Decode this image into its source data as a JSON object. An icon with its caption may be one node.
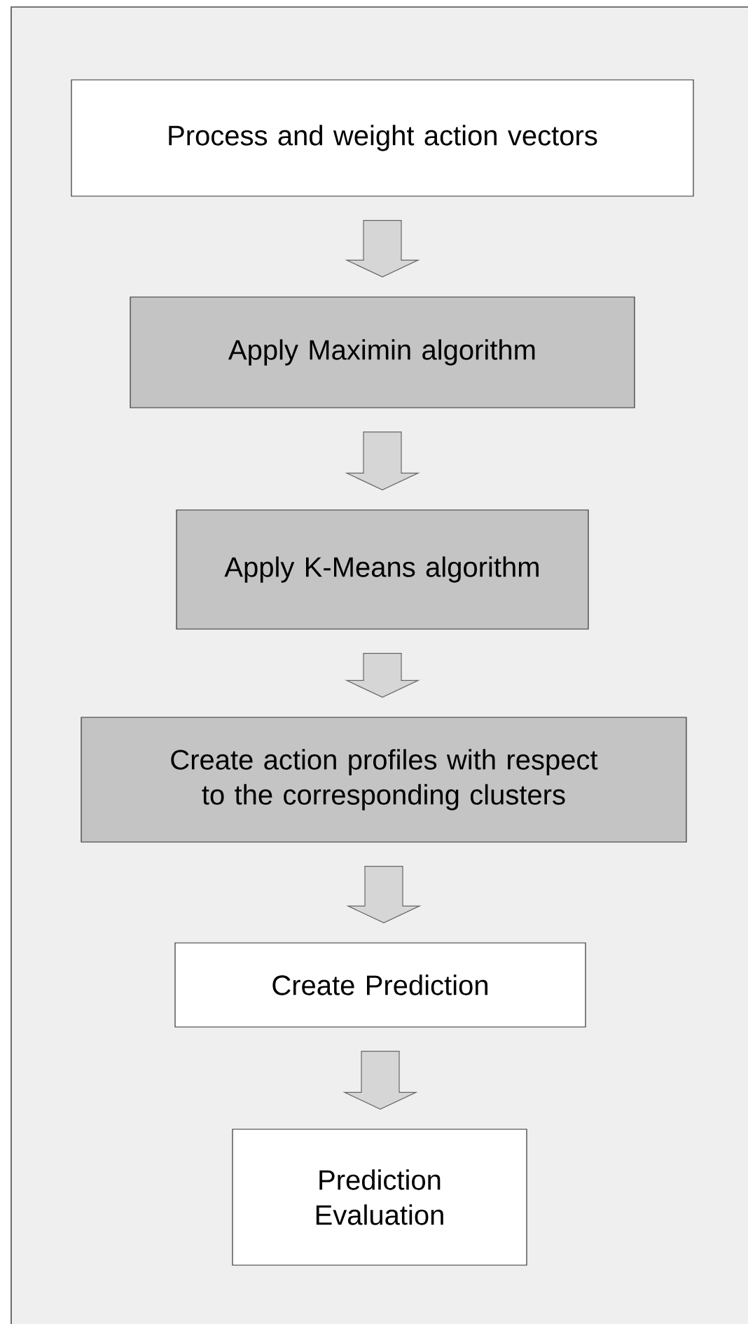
{
  "diagram": {
    "nodes": [
      {
        "text": [
          "Process and weight action vectors"
        ]
      },
      {
        "text": [
          "Apply Maximin algorithm"
        ]
      },
      {
        "text": [
          "Apply K-Means algorithm"
        ]
      },
      {
        "text": [
          "Create action profiles with respect to the corresponding clusters"
        ]
      },
      {
        "text": [
          "Create Prediction"
        ]
      },
      {
        "text": [
          "Prediction Evaluation"
        ]
      }
    ],
    "edges": [
      {
        "from": 0,
        "to": 1,
        "arrow": "to"
      },
      {
        "from": 1,
        "to": 2,
        "arrow": "to"
      },
      {
        "from": 2,
        "to": 3,
        "arrow": "to"
      },
      {
        "from": 3,
        "to": 4,
        "arrow": "to"
      },
      {
        "from": 4,
        "to": 5,
        "arrow": "to"
      }
    ]
  }
}
